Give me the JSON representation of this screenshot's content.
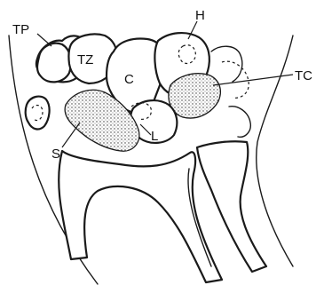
{
  "labels": {
    "tp": "TP",
    "tz": "TZ",
    "c": "C",
    "h": "H",
    "tc": "TC",
    "s": "S",
    "l": "L"
  }
}
